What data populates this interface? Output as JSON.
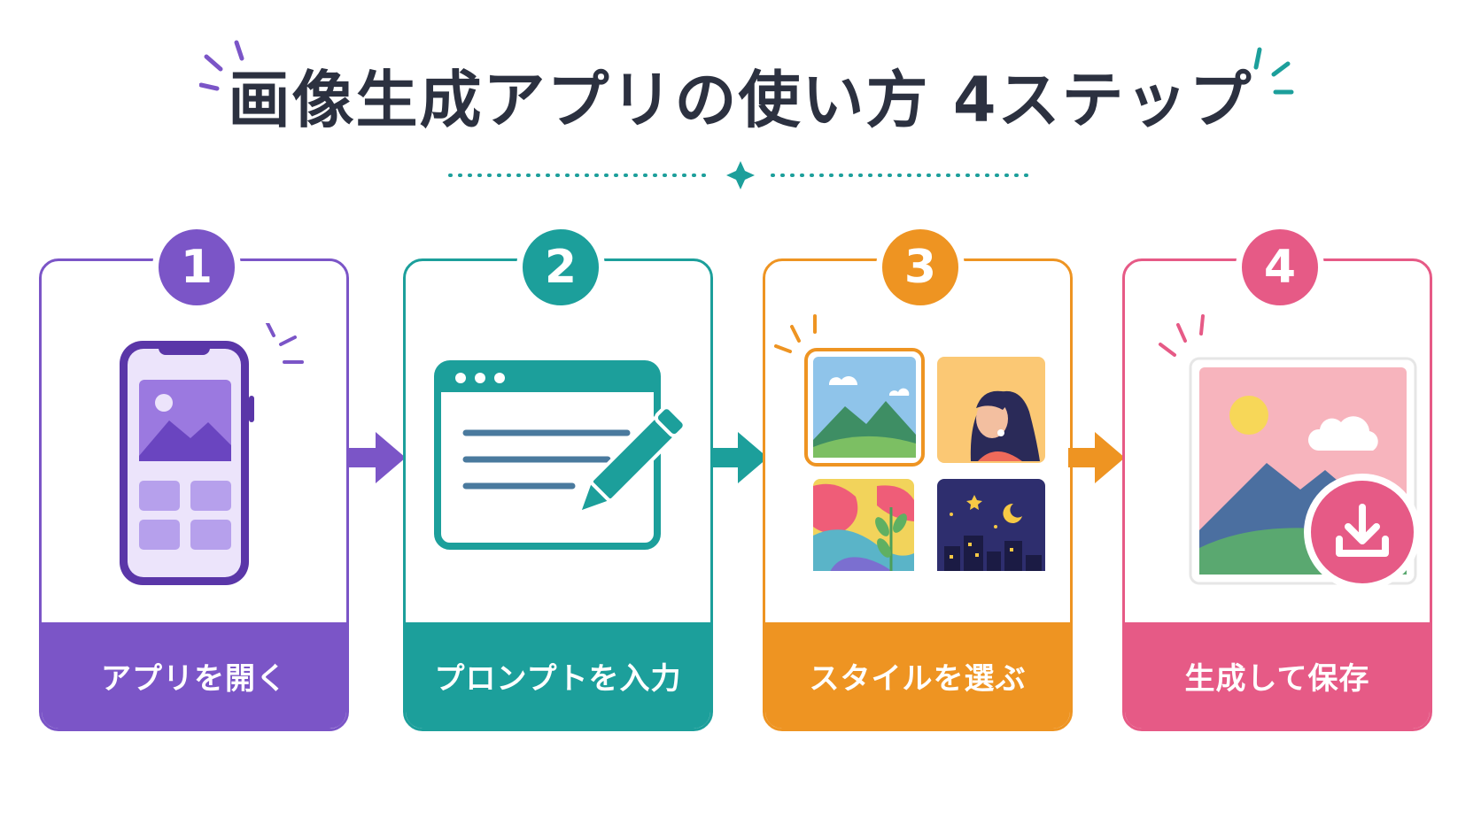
{
  "title": "画像生成アプリの使い方 4ステップ",
  "colors": {
    "purple": "#7b55c7",
    "teal": "#1c9f9b",
    "orange": "#ee9422",
    "pink": "#e65a86",
    "title": "#2c3140"
  },
  "steps": [
    {
      "number": "1",
      "label": "アプリを開く",
      "icon": "smartphone-app-icon"
    },
    {
      "number": "2",
      "label": "プロンプトを入力",
      "icon": "prompt-window-pencil-icon"
    },
    {
      "number": "3",
      "label": "スタイルを選ぶ",
      "icon": "style-grid-icon"
    },
    {
      "number": "4",
      "label": "生成して保存",
      "icon": "save-image-download-icon"
    }
  ]
}
